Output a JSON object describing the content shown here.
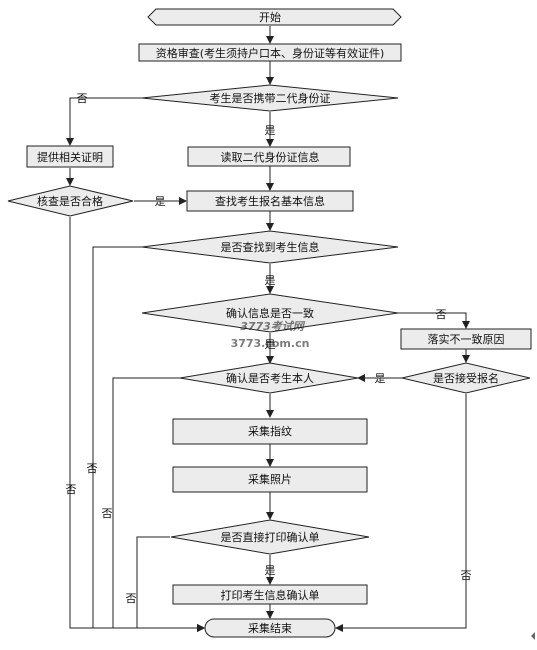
{
  "nodes": {
    "start": "开始",
    "qualification": "资格审查(考生须持户口本、身份证等有效证件)",
    "carry_id": "考生是否携带二代身份证",
    "provide_proof": "提供相关证明",
    "read_id": "读取二代身份证信息",
    "check_ok": "核查是否合格",
    "find_info": "查找考生报名基本信息",
    "found": "是否查找到考生信息",
    "confirm_consistent": "确认信息是否一致",
    "investigate": "落实不一致原因",
    "confirm_self": "确认是否考生本人",
    "accept": "是否接受报名",
    "fingerprint": "采集指纹",
    "photo": "采集照片",
    "print_direct": "是否直接打印确认单",
    "print_confirm": "打印考生信息确认单",
    "end": "采集结束"
  },
  "labels": {
    "yes": "是",
    "no": "否"
  },
  "watermark": {
    "logo": "3773考试网",
    "url": "3773.com.cn"
  }
}
